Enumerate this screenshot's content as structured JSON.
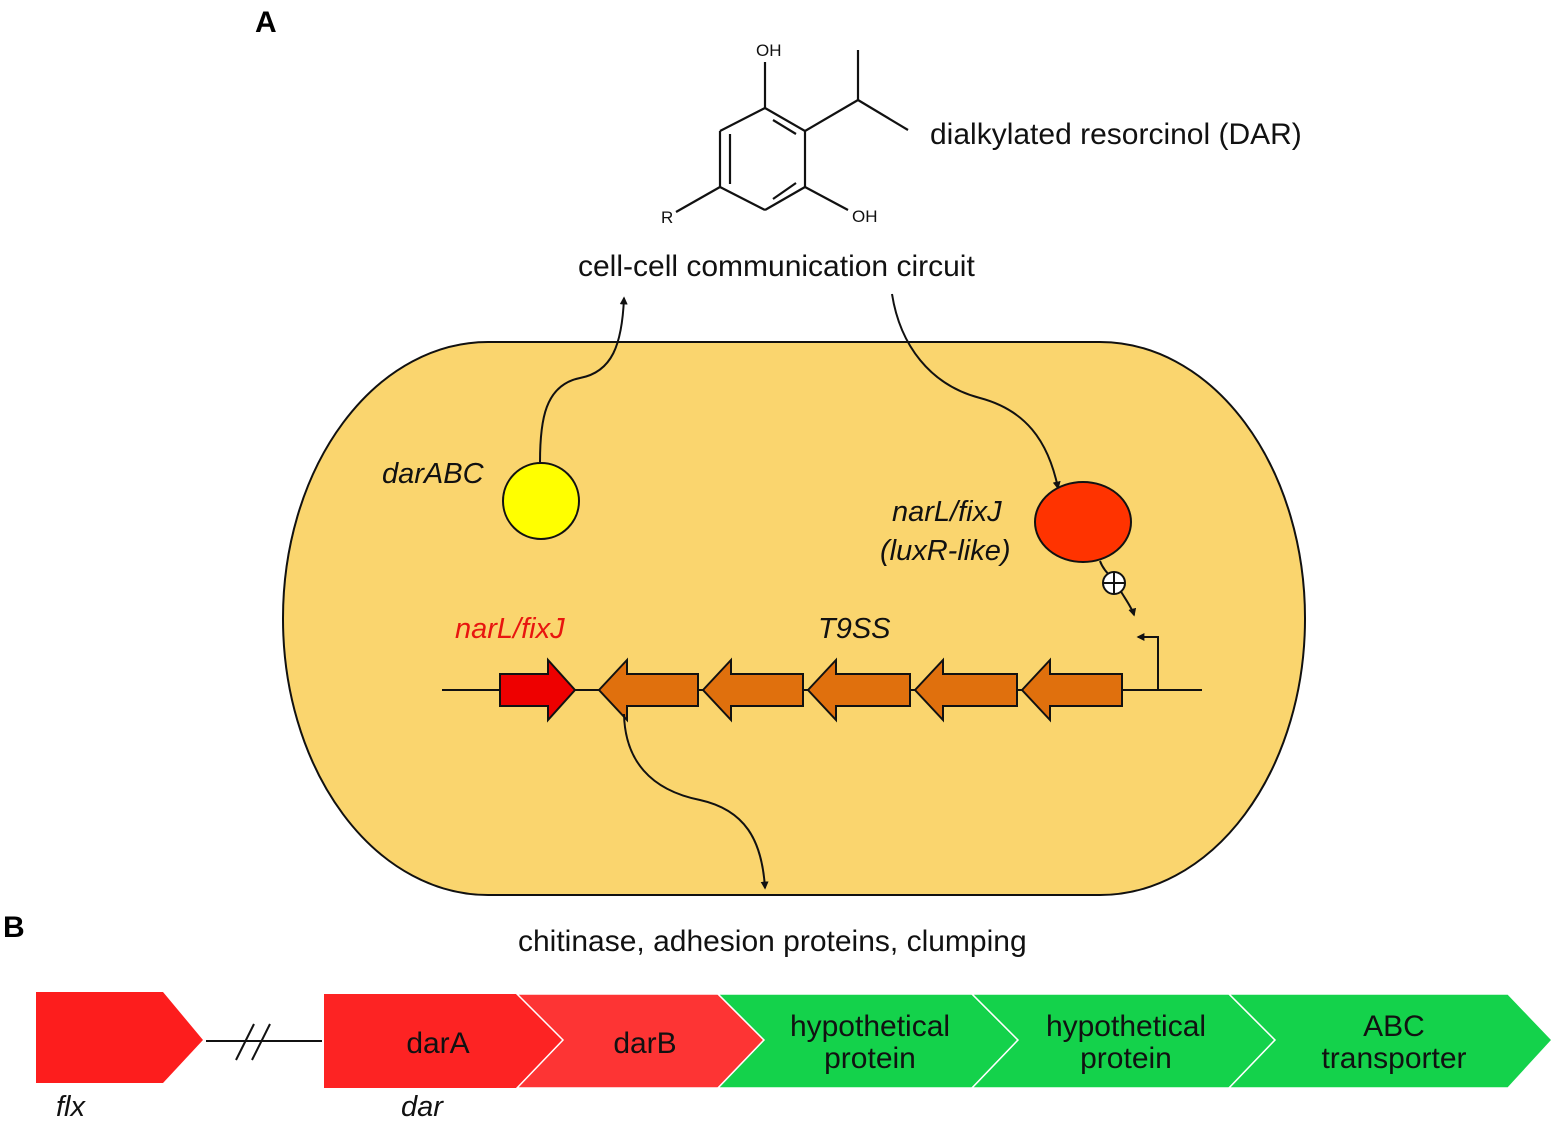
{
  "panels": {
    "a": "A",
    "b": "B"
  },
  "panel_a": {
    "molecule": {
      "name": "dialkylated resorcinol (DAR)",
      "oh_top": "OH",
      "oh_bottom": "OH",
      "r_group": "R"
    },
    "circuit_label": "cell-cell communication circuit",
    "dar_abc_label": "darABC",
    "regulator_label_1": "narL/fixJ",
    "regulator_label_2": "(luxR-like)",
    "activation_symbol": "⊕",
    "operon_gene_label": "narL/fixJ",
    "t9ss_label": "T9SS",
    "output_label": "chitinase, adhesion proteins, clumping",
    "colors": {
      "cell": "#fad56e",
      "dar_abc": "#ffff00",
      "regulator": "#ff3300",
      "narl_gene": "#ee0000",
      "t9ss_gene": "#e0700d",
      "operon_gene_label": "#e8150f"
    }
  },
  "panel_b": {
    "flx_label": "flx",
    "dar_label": "dar",
    "genes": [
      {
        "line1": "darA",
        "line2": ""
      },
      {
        "line1": "darB",
        "line2": ""
      },
      {
        "line1": "hypothetical",
        "line2": "protein"
      },
      {
        "line1": "hypothetical",
        "line2": "protein"
      },
      {
        "line1": "ABC",
        "line2": "transporter"
      }
    ],
    "colors": {
      "flx": "#fd1d1d",
      "dar_a": "#fd2323",
      "dar_b": "#fd3434",
      "green": "#14d24b"
    }
  }
}
